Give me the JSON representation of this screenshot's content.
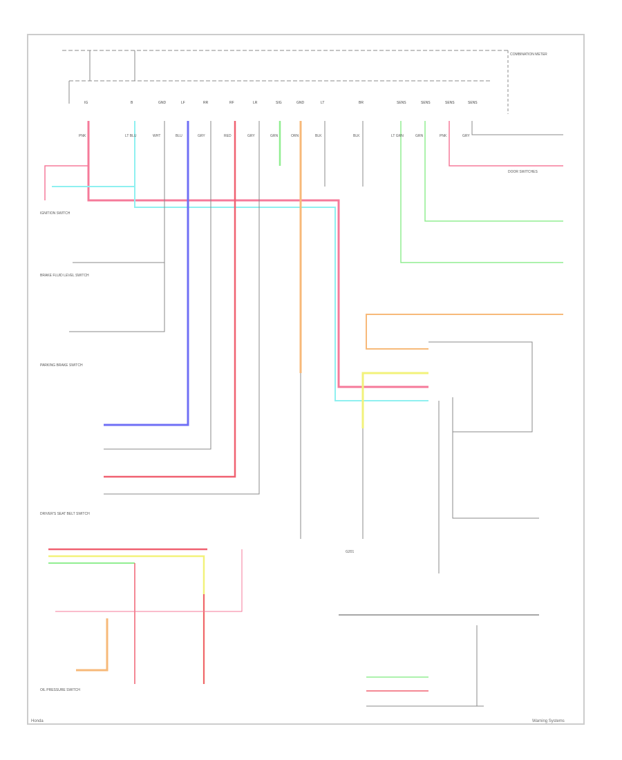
{
  "diagram": {
    "title_block": "COMBINATION METER",
    "footer_left": "Honda",
    "footer_right": "Warning Systems",
    "columns": [
      "IG",
      "B",
      "GND",
      "LF",
      "RR",
      "RF",
      "LR",
      "SIG",
      "GND",
      "LT",
      "BR",
      "SENS",
      "SENS",
      "SENS",
      "SENS"
    ],
    "wire_labels": [
      "PNK",
      "LT BLU",
      "WHT",
      "BLU",
      "GRY",
      "RED",
      "GRY",
      "GRN",
      "ORN",
      "BLK",
      "BLK",
      "LT GRN",
      "GRN",
      "PNK",
      "GRY"
    ],
    "components": {
      "ignition": "IGNITION SWITCH",
      "brake_fluid": "BRAKE FLUID LEVEL SWITCH",
      "parking_brake": "PARKING BRAKE SWITCH",
      "seat_belt": "DRIVER'S SEAT BELT SWITCH",
      "door_switches": "DOOR SWITCHES",
      "oil_pressure": "OIL PRESSURE SWITCH",
      "ground": "G201"
    }
  },
  "colors": {
    "pink": "#f57a9a",
    "cyan": "#8ef0f0",
    "blue": "#6f6ff5",
    "red": "#f06070",
    "green": "#90ee90",
    "orange": "#f7b979",
    "yellow": "#f2f27a",
    "line": "#888888"
  }
}
